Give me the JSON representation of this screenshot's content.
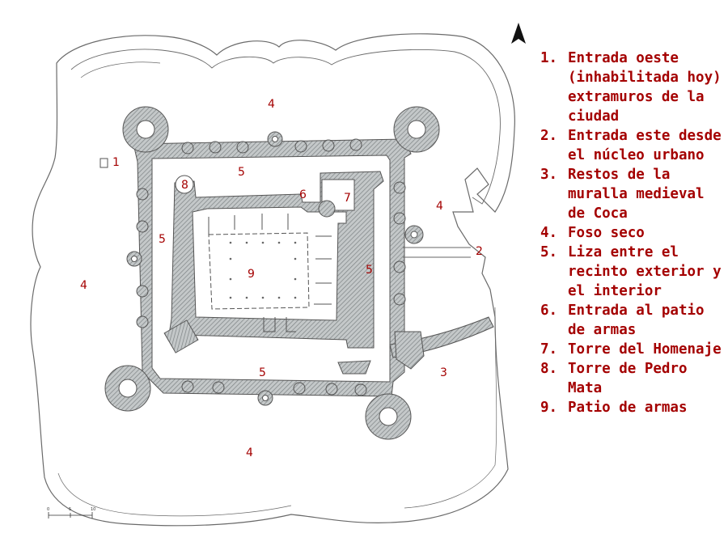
{
  "map": {
    "labels": {
      "entrada_oeste": "1",
      "entrada_este": "2",
      "muralla": "3",
      "foso_top": "4",
      "foso_right": "4",
      "foso_left": "4",
      "foso_bottom": "4",
      "liza_top": "5",
      "liza_left": "5",
      "liza_right": "5",
      "liza_bottom": "5",
      "entrada_patio": "6",
      "homenaje": "7",
      "pedro_mata": "8",
      "patio": "9"
    },
    "scale": {
      "start": "0",
      "mid": "5",
      "end": "10"
    },
    "colors": {
      "ink": "#5a5a5a",
      "hatch": "#9aa0a2",
      "label": "#a40000"
    }
  },
  "legend": {
    "items": [
      {
        "num": "1.",
        "text": "Entrada oeste (inhabilitada hoy) extramuros de la ciudad"
      },
      {
        "num": "2.",
        "text": "Entrada este desde el núcleo urbano"
      },
      {
        "num": "3.",
        "text": "Restos de la muralla medieval de Coca"
      },
      {
        "num": "4.",
        "text": "Foso seco"
      },
      {
        "num": "5.",
        "text": "Liza entre el recinto exterior y el interior"
      },
      {
        "num": "6.",
        "text": "Entrada al patio de armas"
      },
      {
        "num": "7.",
        "text": "Torre del Homenaje"
      },
      {
        "num": "8.",
        "text": "Torre de Pedro Mata"
      },
      {
        "num": "9.",
        "text": "Patio de armas"
      }
    ]
  }
}
